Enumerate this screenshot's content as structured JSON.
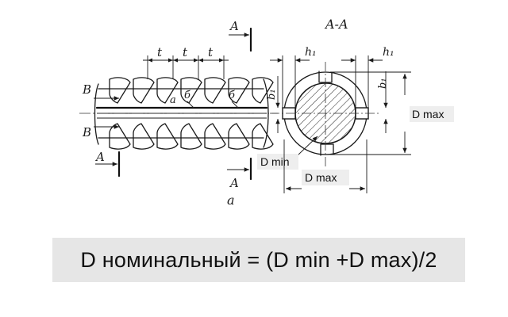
{
  "section_title": "A-A",
  "section_marks": {
    "top": "A",
    "bottom": "A",
    "left_bottom": "A"
  },
  "view_marks": {
    "upper": "B",
    "lower": "B"
  },
  "pitch_labels": [
    "t",
    "t",
    "t"
  ],
  "inner_marks": [
    "a",
    "б",
    "б"
  ],
  "dimension_labels": {
    "h1_left": "h₁",
    "h1_right": "h₁",
    "b1_left": "b₁",
    "b1_right": "b₁"
  },
  "figure_caption": "a",
  "labels": {
    "d_max_right": "D max",
    "d_min": "D min",
    "d_max_bottom": "D max"
  },
  "formula": "D номинальный = (D min +D max)/2"
}
